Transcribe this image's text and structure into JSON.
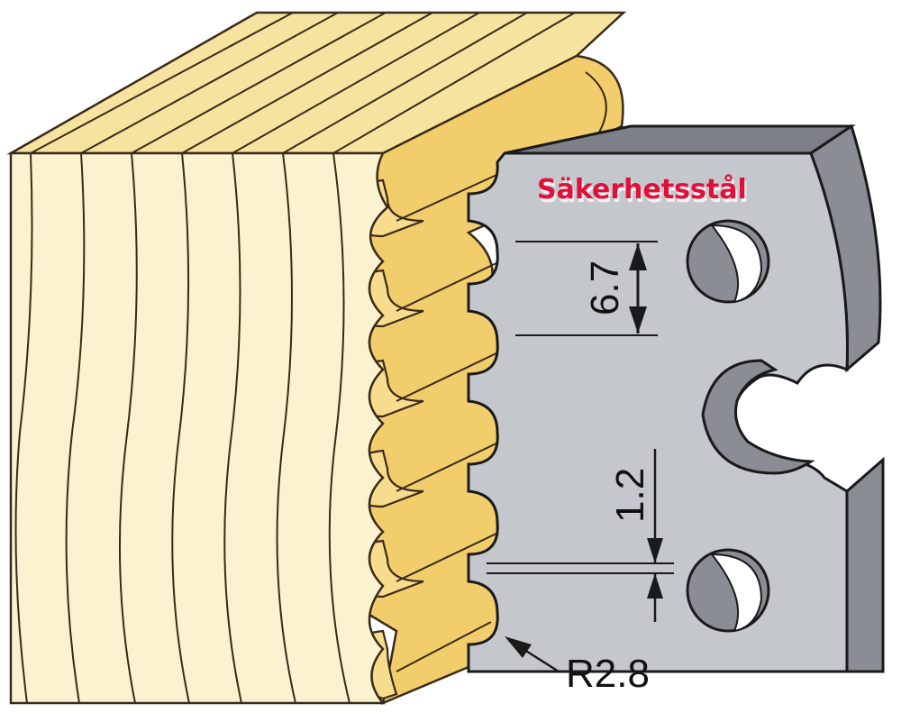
{
  "labels": {
    "brand": "Säkerhetsstål",
    "dim_pitch": "6.7",
    "dim_depth": "1.2",
    "dim_radius": "R2.8"
  },
  "colors": {
    "wood_front": "#fbf3cf",
    "wood_top": "#f7e3a0",
    "wood_profile": "#f2cd6c",
    "wood_line": "#3a2a1a",
    "steel_face": "#c4c7cc",
    "steel_side": "#8a8d93",
    "steel_top": "#7d8086",
    "steel_line": "#1a1a1a",
    "brand_red": "#e0103a"
  }
}
